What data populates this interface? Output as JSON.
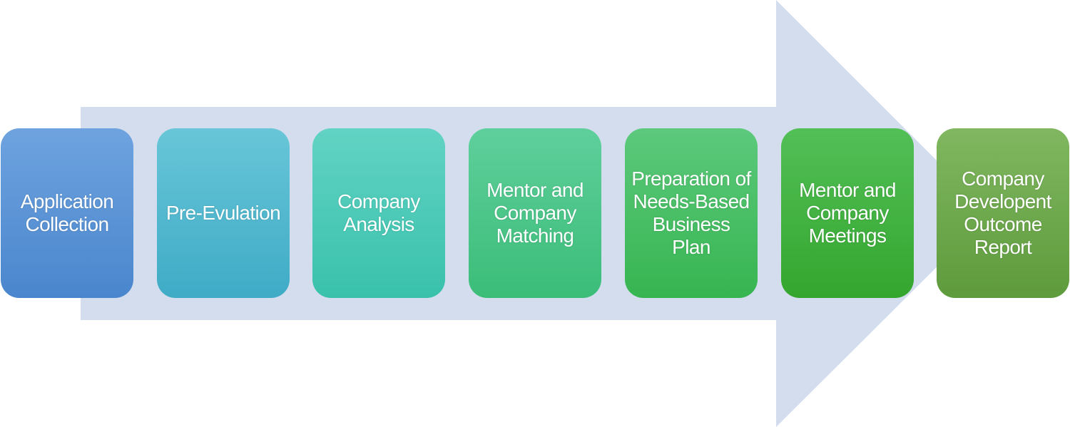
{
  "arrow": {
    "color": "#d3ddee"
  },
  "steps": [
    {
      "label": "Application\nCollection"
    },
    {
      "label": "Pre-Evulation"
    },
    {
      "label": "Company\nAnalysis"
    },
    {
      "label": "Mentor and\nCompany\nMatching"
    },
    {
      "label": "Preparation of\nNeeds-Based\nBusiness\nPlan"
    },
    {
      "label": "Mentor and\nCompany\nMeetings"
    },
    {
      "label": "Company\nDevelopent\nOutcome\nReport"
    }
  ]
}
